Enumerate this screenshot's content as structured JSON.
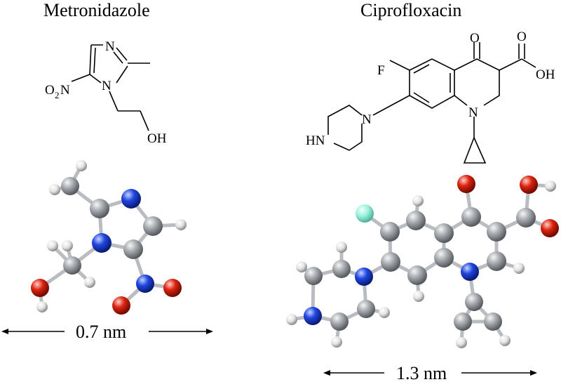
{
  "left": {
    "title": "Metronidazole",
    "atoms": {
      "N_top": "N",
      "N_ring": "N",
      "O2": "O",
      "O2_sub": "2",
      "N_nitro": "N",
      "OH": "OH"
    },
    "scale": "0.7 nm"
  },
  "right": {
    "title": "Ciprofloxacin",
    "atoms": {
      "O_keto": "O",
      "O_acid": "O",
      "OH": "OH",
      "F": "F",
      "N_pip": "N",
      "N_ring": "N",
      "HN": "HN"
    },
    "scale": "1.3 nm"
  },
  "colors": {
    "carbon": "#9a9da1",
    "nitrogen": "#1b3fd6",
    "oxygen": "#d61e0e",
    "hydrogen": "#e6e6e6",
    "fluorine": "#8ff0d8"
  }
}
